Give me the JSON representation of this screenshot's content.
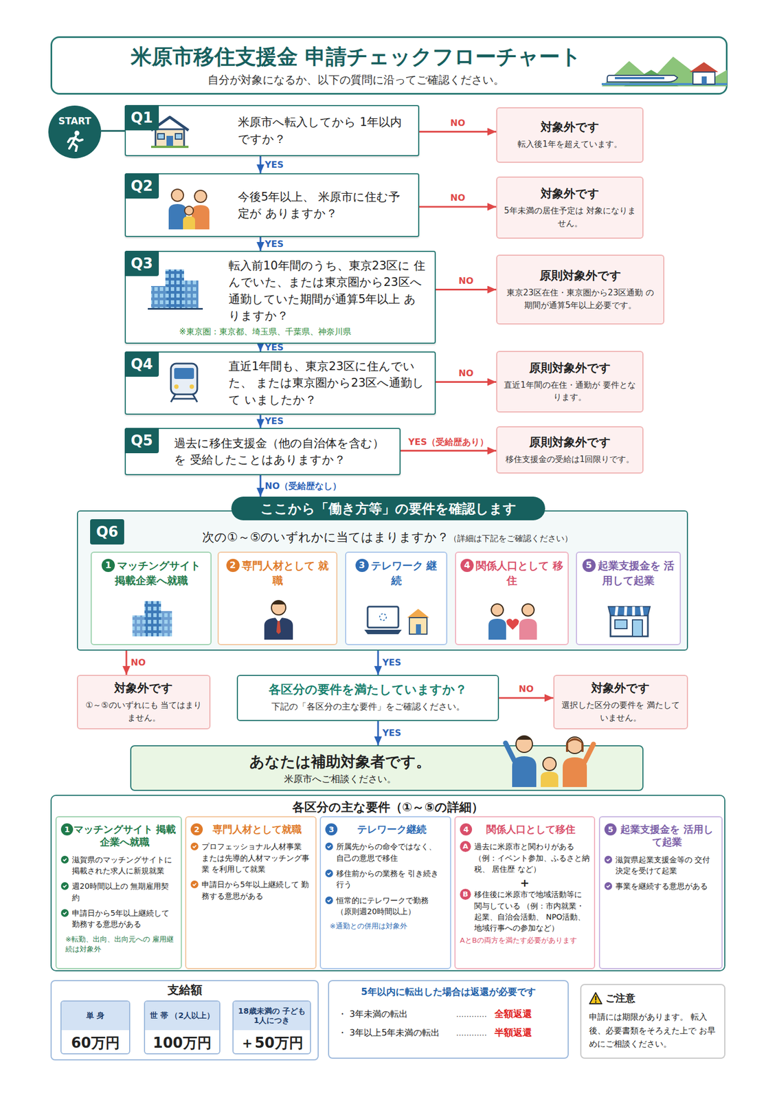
{
  "diagram": {
    "title": "米原市移住支援金 申請チェックフローチャート",
    "nodes": [
      {
        "text": [
          "自分が対象になるか、以下の質問に沿ってご確認ください。"
        ]
      },
      {
        "text": [
          "START"
        ]
      },
      {
        "text": [
          "Q1",
          "米原市へ転入してから 1年以内ですか？"
        ]
      },
      {
        "text": [
          "対象外です",
          "転入後1年を超えています。"
        ]
      },
      {
        "text": [
          "Q2",
          "今後5年以上、 米原市に住む予定が ありますか？"
        ]
      },
      {
        "text": [
          "対象外です",
          "5年未満の居住予定は 対象になりません。"
        ]
      },
      {
        "text": [
          "Q3",
          "転入前10年間のうち、東京23区に 住んでいた、または東京圏から23区へ 通勤していた期間が通算5年以上 ありますか？",
          "※東京圏：東京都、埼玉県、千葉県、神奈川県"
        ]
      },
      {
        "text": [
          "原則対象外です",
          "東京23区在住・東京圏から23区通勤 の期間が通算5年以上必要です。"
        ]
      },
      {
        "text": [
          "Q4",
          "直近1年間も、東京23区に住んでいた、 または東京圏から23区へ通勤して いましたか？"
        ]
      },
      {
        "text": [
          "原則対象外です",
          "直近1年間の在住・通勤が 要件となります。"
        ]
      },
      {
        "text": [
          "Q5",
          "過去に移住支援金（他の自治体を含む）を 受給したことはありますか？"
        ]
      },
      {
        "text": [
          "原則対象外です",
          "移住支援金の受給は1回限りです。"
        ]
      },
      {
        "text": [
          "ここから「働き方等」の要件を確認します"
        ]
      },
      {
        "text": [
          "Q6",
          "次の①～⑤のいずれかに当てはまりますか？",
          "（詳細は下記をご確認ください）"
        ]
      },
      {
        "text": [
          "1",
          "マッチングサイト 掲載企業へ就職"
        ],
        "in": 13
      },
      {
        "text": [
          "2",
          "専門人材として 就職"
        ],
        "in": 13
      },
      {
        "text": [
          "3",
          "テレワーク 継続"
        ],
        "in": 13
      },
      {
        "text": [
          "4",
          "関係人口として 移住"
        ],
        "in": 13
      },
      {
        "text": [
          "5",
          "起業支援金を 活用して起業"
        ],
        "in": 13
      },
      {
        "text": [
          "対象外です",
          "①～⑤のいずれにも 当てはまりません。"
        ]
      },
      {
        "text": [
          "各区分の要件を満たしていますか？",
          "下記の「各区分の主な要件」をご確認ください。"
        ]
      },
      {
        "text": [
          "対象外です",
          "選択した区分の要件を 満たしていません。"
        ]
      },
      {
        "text": [
          "あなたは補助対象者です。",
          "米原市へご相談ください。"
        ]
      },
      {
        "text": [
          "各区分の主な要件（①～⑤の詳細）"
        ]
      },
      {
        "text": [
          "1",
          "マッチングサイト 掲載企業へ就職",
          "滋賀県のマッチングサイトに 掲載された求人に新規就業",
          "週20時間以上の 無期雇用契約",
          "申請日から5年以上継続して 勤務する意思がある",
          "※転勤、出向、出向元への 雇用継続は対象外"
        ],
        "in": 23
      },
      {
        "text": [
          "2",
          "専門人材として就職",
          "プロフェッショナル人材事業 または先導的人材マッチング事業 を利用して就業",
          "申請日から5年以上継続して 勤務する意思がある"
        ],
        "in": 23
      },
      {
        "text": [
          "3",
          "テレワーク継続",
          "所属先からの命令ではなく、 自己の意思で移住",
          "移住前からの業務を 引き続き行う",
          "恒常的にテレワークで勤務 （原則週20時間以上）",
          "※通勤との併用は対象外"
        ],
        "in": 23
      },
      {
        "text": [
          "4",
          "関係人口として移住",
          "A",
          "過去に米原市と関わりがある （例：イベント参加、ふるさと納税、 居住歴 など）",
          "+",
          "B",
          "移住後に米原市で地域活動等に 関与している （例：市内就業・起業、自治会活動、 NPO活動、地域行事への参加など）",
          "AとBの両方を満たす必要があります"
        ],
        "in": 23
      },
      {
        "text": [
          "5",
          "起業支援金を 活用して起業",
          "滋賀県起業支援金等の 交付決定を受けて起業",
          "事業を継続する意思がある"
        ],
        "in": 23
      },
      {
        "text": [
          "支給額"
        ]
      },
      {
        "text": [
          "単 身",
          "60万円"
        ],
        "in": 29
      },
      {
        "text": [
          "世 帯 （2人以上）",
          "100万円"
        ],
        "in": 29
      },
      {
        "text": [
          "18歳未満の 子ども1人につき",
          "＋50万円"
        ],
        "in": 29
      },
      {
        "text": [
          "5年以内に転出した場合は返還が必要です",
          "・ 3年未満の転出",
          "…………",
          "全額返還",
          "・ 3年以上5年未満の転出",
          "…………",
          "半額返還"
        ]
      },
      {
        "text": [
          "ご注意",
          "申請には期限があります。 転入後、必要書類をそろえた上で お早めにご相談ください。"
        ]
      }
    ],
    "edges": [
      {
        "from": 1,
        "to": 2,
        "arrow": "none"
      },
      {
        "from": 2,
        "to": 3,
        "label": "NO",
        "arrow": "to"
      },
      {
        "from": 2,
        "to": 4,
        "label": "YES",
        "arrow": "to"
      },
      {
        "from": 4,
        "to": 5,
        "label": "NO",
        "arrow": "to"
      },
      {
        "from": 4,
        "to": 6,
        "label": "YES",
        "arrow": "to"
      },
      {
        "from": 6,
        "to": 7,
        "label": "NO",
        "arrow": "to"
      },
      {
        "from": 6,
        "to": 8,
        "label": "YES",
        "arrow": "to"
      },
      {
        "from": 8,
        "to": 9,
        "label": "NO",
        "arrow": "to"
      },
      {
        "from": 8,
        "to": 10,
        "label": "YES",
        "arrow": "to"
      },
      {
        "from": 10,
        "to": 11,
        "label": "YES（受給歴あり）",
        "arrow": "to"
      },
      {
        "from": 10,
        "to": 12,
        "label": "NO（受給歴なし）",
        "arrow": "to"
      },
      {
        "from": 13,
        "to": 19,
        "label": "NO",
        "arrow": "to"
      },
      {
        "from": 13,
        "to": 20,
        "label": "YES",
        "arrow": "to"
      },
      {
        "from": 20,
        "to": 21,
        "label": "NO",
        "arrow": "to"
      },
      {
        "from": 20,
        "to": 22,
        "label": "YES",
        "arrow": "to"
      }
    ]
  }
}
